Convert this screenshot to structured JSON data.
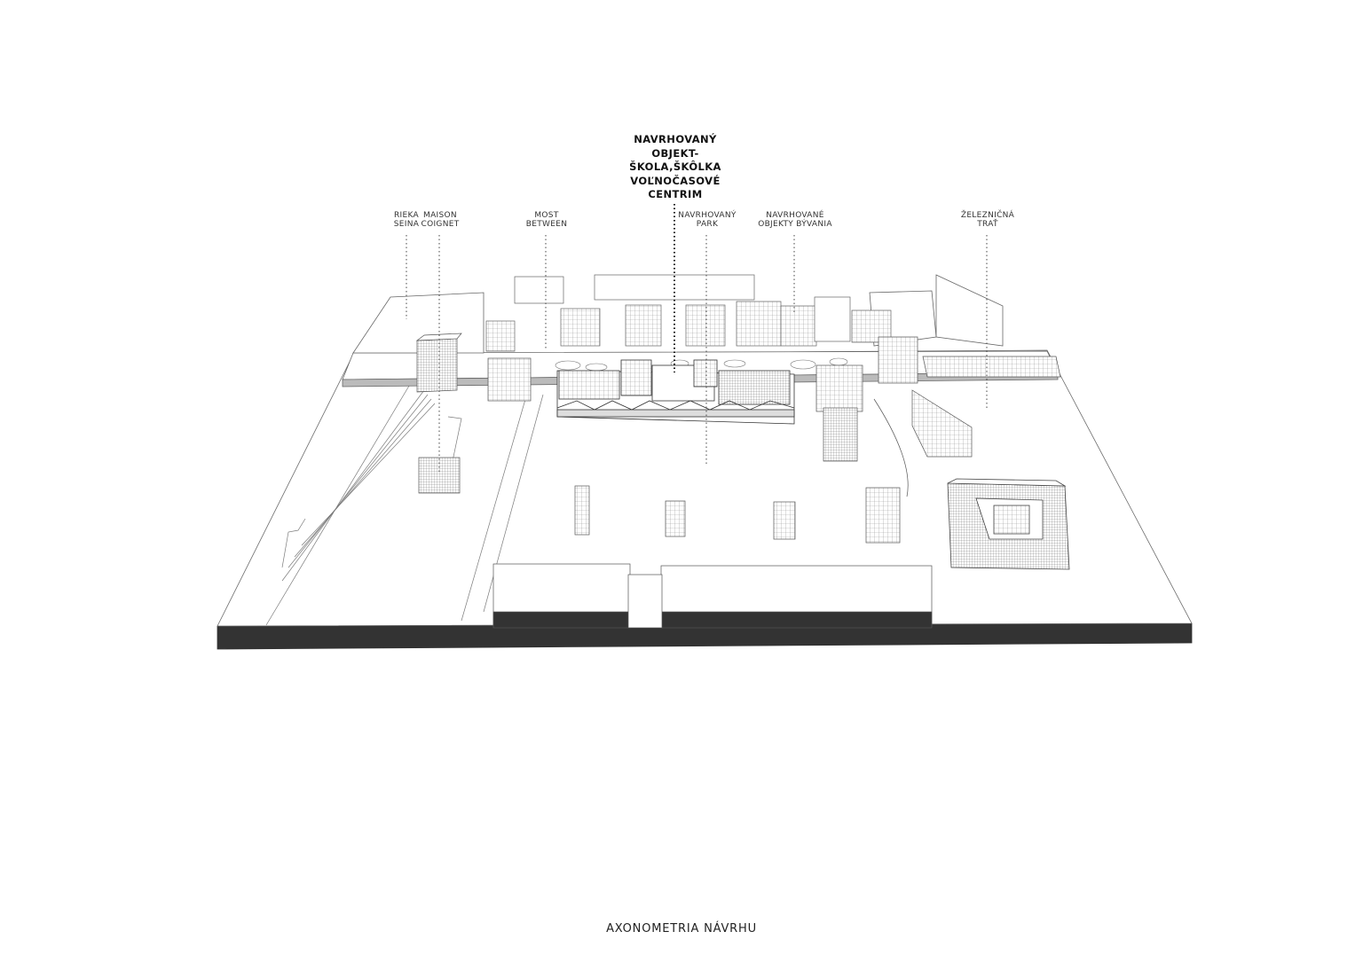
{
  "diagram": {
    "caption": "AXONOMETRIA NÁVRHU",
    "main_label": {
      "text": "NAVRHOVANÝ\nOBJEKT-\nŠKOLA,ŠKÔLKA\nVOĽNOČASOVÉ\nCENTRIM"
    },
    "labels": [
      {
        "id": "rieka",
        "text": "RIEKA\nSEINA"
      },
      {
        "id": "maison",
        "text": "MAISON\nCOIGNET"
      },
      {
        "id": "most",
        "text": "MOST\nBETWEEN"
      },
      {
        "id": "park",
        "text": "NAVRHOVANÝ\nPARK"
      },
      {
        "id": "bytovanie",
        "text": "NAVRHOVANÉ\nOBJEKTY BÝVANIA"
      },
      {
        "id": "trat",
        "text": "ŽELEZNIČNÁ\nTRAŤ"
      }
    ],
    "colors": {
      "line": "#6a6a6a",
      "fill": "#ffffff",
      "base": "#333333",
      "shade": "#bdbdbd"
    }
  }
}
